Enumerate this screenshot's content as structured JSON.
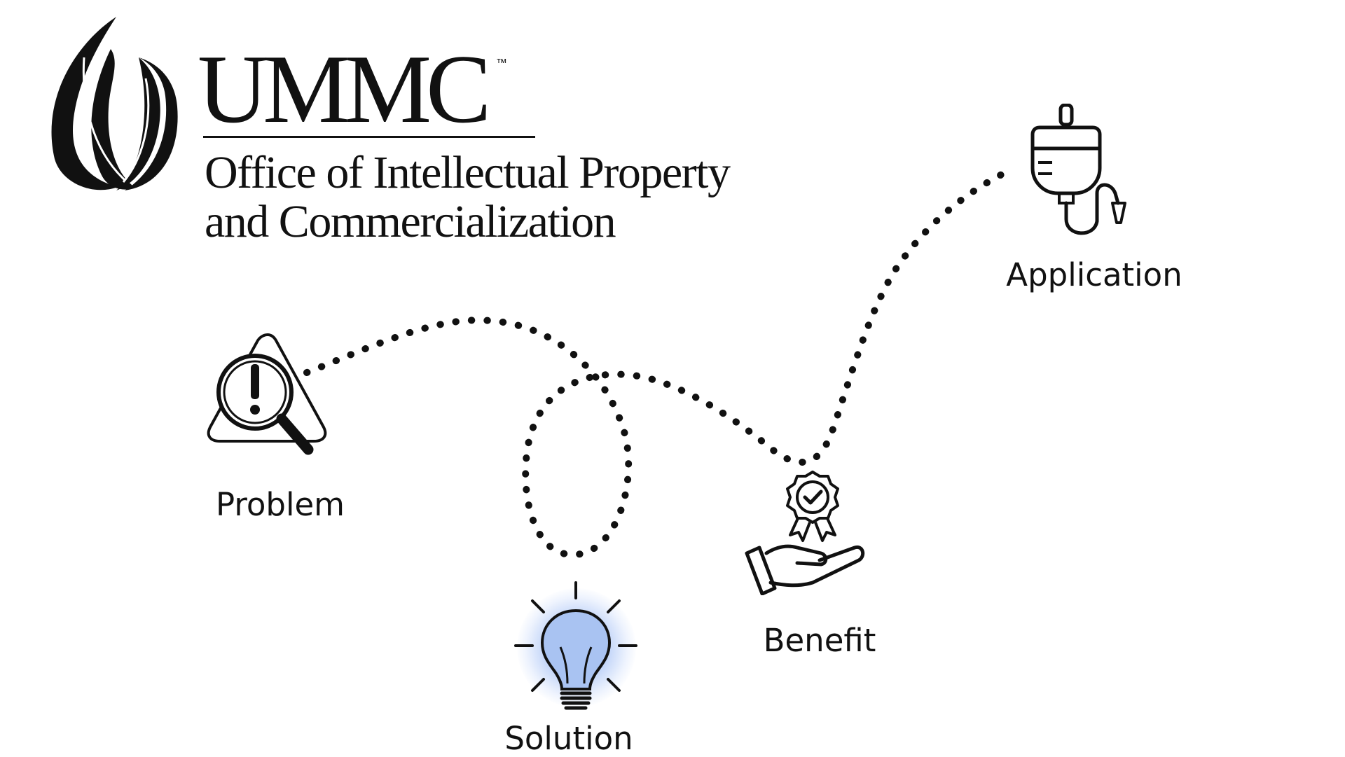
{
  "header": {
    "brand_name": "UMMC",
    "trademark": "™",
    "subtitle_line1": "Office of Intellectual Property",
    "subtitle_line2": "and Commercialization"
  },
  "diagram": {
    "nodes": [
      {
        "id": "problem",
        "label": "Problem",
        "icon": "warning-magnifier-icon"
      },
      {
        "id": "solution",
        "label": "Solution",
        "icon": "lightbulb-icon"
      },
      {
        "id": "benefit",
        "label": "Benefit",
        "icon": "award-hand-icon"
      },
      {
        "id": "application",
        "label": "Application",
        "icon": "iv-bag-icon"
      }
    ],
    "connector_style": "dotted",
    "colors": {
      "ink": "#111111",
      "bulb_fill": "#a9c3f2",
      "bulb_glow": "#5a8ceb"
    }
  }
}
